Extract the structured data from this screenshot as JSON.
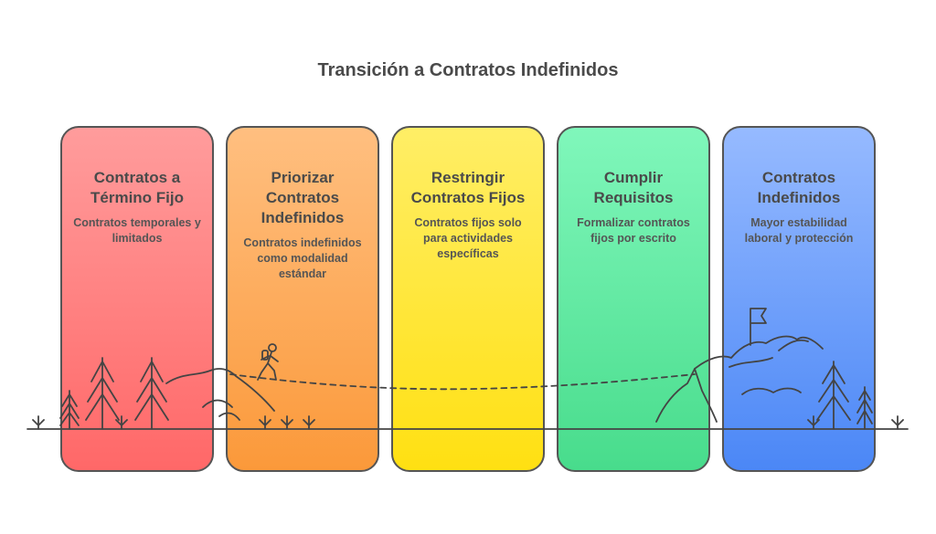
{
  "title": "Transición a Contratos Indefinidos",
  "steps": [
    {
      "title": "Contratos a Término Fijo",
      "description": "Contratos temporales y limitados",
      "color": "#ff8080"
    },
    {
      "title": "Priorizar Contratos Indefinidos",
      "description": "Contratos indefinidos como modalidad estándar",
      "color": "#fdac5c"
    },
    {
      "title": "Restringir Contratos Fijos",
      "description": "Contratos fijos solo para actividades específicas",
      "color": "#ffe73a"
    },
    {
      "title": "Cumplir Requisitos",
      "description": "Formalizar contratos fijos por escrito",
      "color": "#62eaa4"
    },
    {
      "title": "Contratos Indefinidos",
      "description": "Mayor estabilidad laboral y protección",
      "color": "#70a0fb"
    }
  ]
}
